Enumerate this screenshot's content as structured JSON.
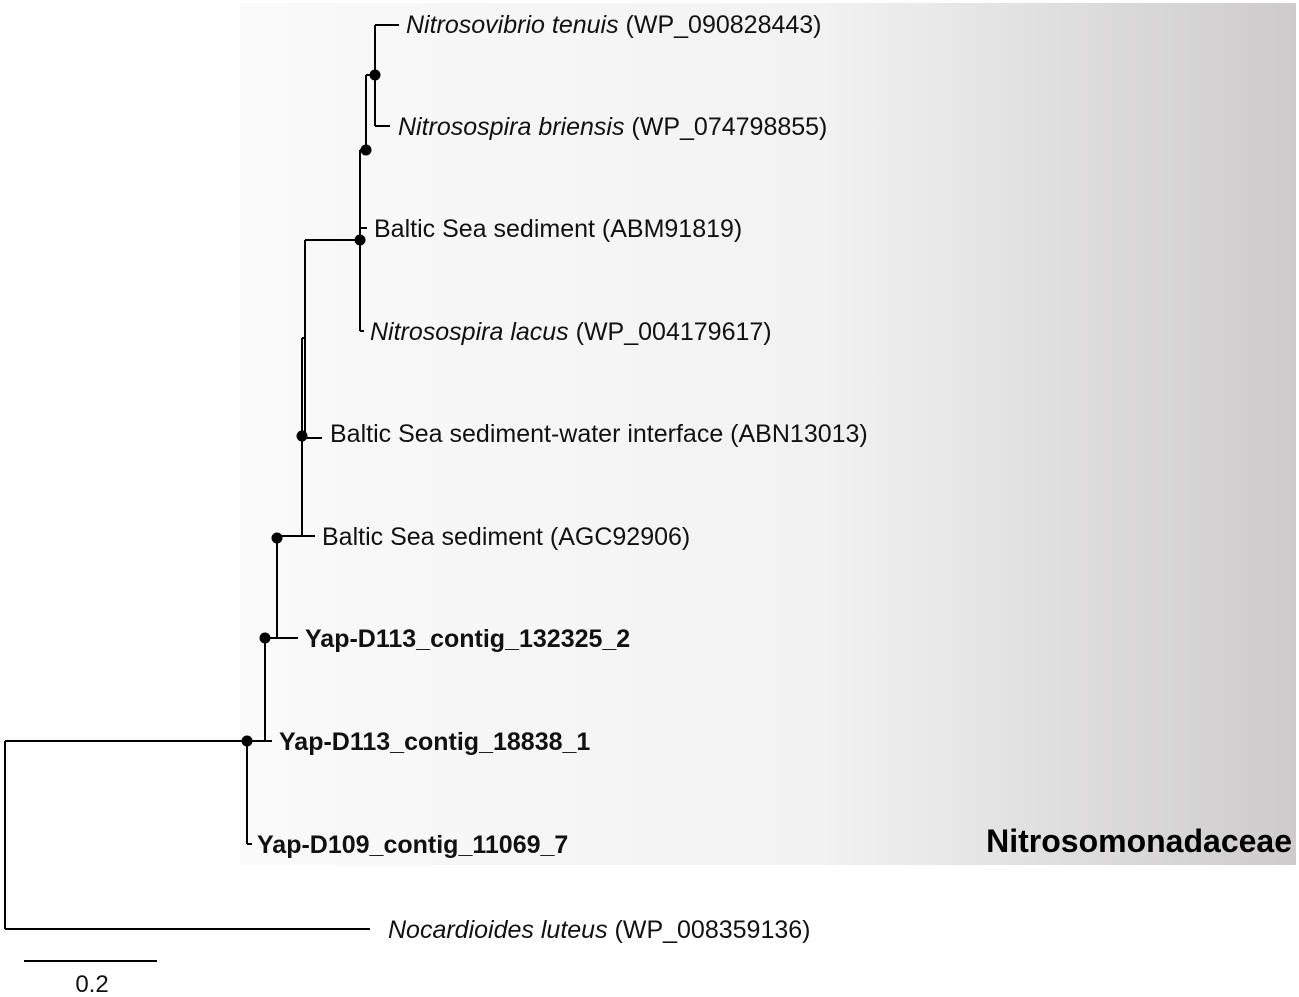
{
  "clade": {
    "name": "Nitrosomonadaceae"
  },
  "scale_bar": {
    "label": "0.2"
  },
  "leaves": [
    {
      "species": "Nitrosovibrio tenuis",
      "accession": "(WP_090828443)",
      "italic": true,
      "bold": false
    },
    {
      "species": "Nitrosospira briensis",
      "accession": "(WP_074798855)",
      "italic": true,
      "bold": false
    },
    {
      "species": "",
      "accession": "Baltic Sea sediment (ABM91819)",
      "italic": false,
      "bold": false
    },
    {
      "species": "Nitrosospira lacus",
      "accession": "(WP_004179617)",
      "italic": true,
      "bold": false
    },
    {
      "species": "",
      "accession": "Baltic Sea sediment-water interface (ABN13013)",
      "italic": false,
      "bold": false
    },
    {
      "species": "",
      "accession": "Baltic Sea sediment (AGC92906)",
      "italic": false,
      "bold": false
    },
    {
      "species": "",
      "accession": "Yap-D113_contig_132325_2",
      "italic": false,
      "bold": true
    },
    {
      "species": "",
      "accession": "Yap-D113_contig_18838_1",
      "italic": false,
      "bold": true
    },
    {
      "species": "",
      "accession": "Yap-D109_contig_11069_7",
      "italic": false,
      "bold": true
    },
    {
      "species": "Nocardioides luteus",
      "accession": "(WP_008359136)",
      "italic": true,
      "bold": false
    }
  ],
  "colors": {
    "shade_start": "#f7f7f7",
    "shade_end": "#cfcdce",
    "branch": "#000000"
  }
}
